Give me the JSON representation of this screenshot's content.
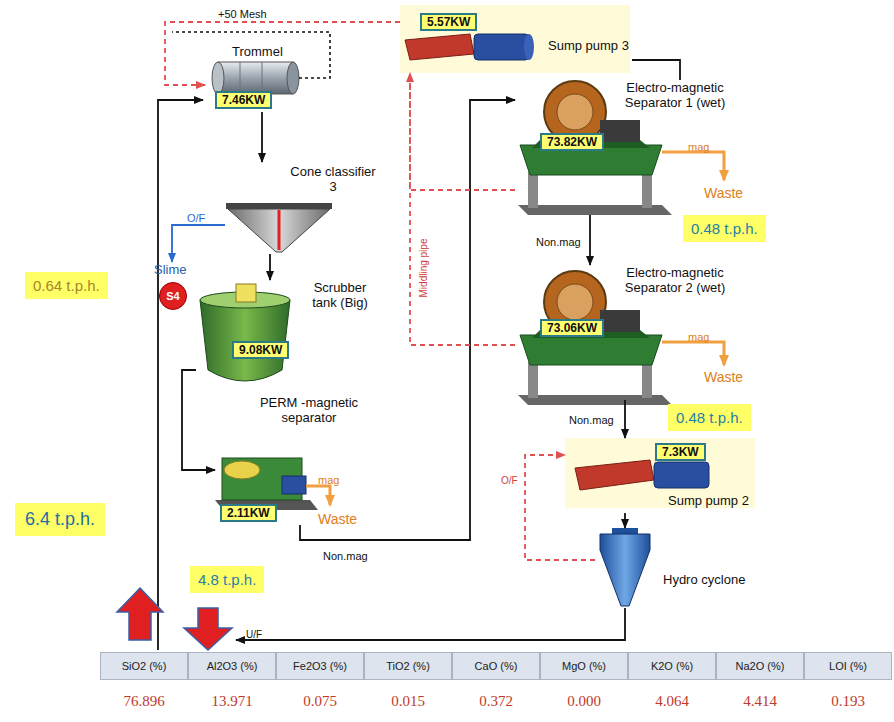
{
  "diagram": {
    "nodes": [
      {
        "text": [
          "5.57KW",
          "Sump pump 3"
        ]
      },
      {
        "text": [
          "Trommel",
          "7.46KW"
        ]
      },
      {
        "text": [
          "Cone classifier 3"
        ]
      },
      {
        "text": [
          "Slime",
          "S4"
        ]
      },
      {
        "text": [
          "Scrubber tank (Big)",
          "9.08KW"
        ]
      },
      {
        "text": [
          "PERM -magnetic separator",
          "2.11KW"
        ]
      },
      {
        "text": [
          "Electro-magnetic Separator 1 (wet)",
          "73.82KW"
        ]
      },
      {
        "text": [
          "Electro-magnetic Separator 2 (wet)",
          "73.06KW"
        ]
      },
      {
        "text": [
          "7.3KW",
          "Sump pump 2"
        ]
      },
      {
        "text": [
          "Hydro cyclone"
        ]
      }
    ],
    "edges": [
      {
        "from": 1,
        "to": 2,
        "arrow": "to"
      },
      {
        "from": 2,
        "to": 3,
        "label": "O/F",
        "arrow": "to"
      },
      {
        "from": 2,
        "to": 4,
        "arrow": "to"
      },
      {
        "from": 4,
        "to": 5,
        "arrow": "to"
      },
      {
        "from": 5,
        "to": 6,
        "label": "Non.mag",
        "arrow": "to"
      },
      {
        "from": 6,
        "to": 7,
        "label": "Non.mag",
        "arrow": "to"
      },
      {
        "from": 7,
        "to": 8,
        "label": "Non.mag",
        "arrow": "to"
      },
      {
        "from": 8,
        "to": 9,
        "arrow": "to"
      },
      {
        "from": 9,
        "to": 8,
        "label": "O/F",
        "arrow": "to"
      },
      {
        "from": 7,
        "to": 0,
        "label": "Middling pipe",
        "arrow": "to"
      },
      {
        "from": 6,
        "to": 0,
        "arrow": "none"
      },
      {
        "from": 0,
        "to": 1,
        "arrow": "to"
      },
      {
        "from": 0,
        "to": 6,
        "arrow": "none"
      }
    ],
    "labels": [
      "+50 Mesh",
      "mag",
      "Waste",
      "mag",
      "Waste",
      "0.48 t.p.h.",
      "mag",
      "Waste",
      "0.48 t.p.h.",
      "0.64 t.p.h.",
      "6.4 t.p.h.",
      "4.8 t.p.h.",
      "U/F",
      "SiO2 (%)",
      "Al2O3 (%)",
      "Fe2O3 (%)",
      "TiO2 (%)",
      "CaO (%)",
      "MgO (%)",
      "K2O (%)",
      "Na2O (%)",
      "LOI (%)",
      "76.896",
      "13.971",
      "0.075",
      "0.015",
      "0.372",
      "0.000",
      "4.064",
      "4.414",
      "0.193"
    ]
  }
}
